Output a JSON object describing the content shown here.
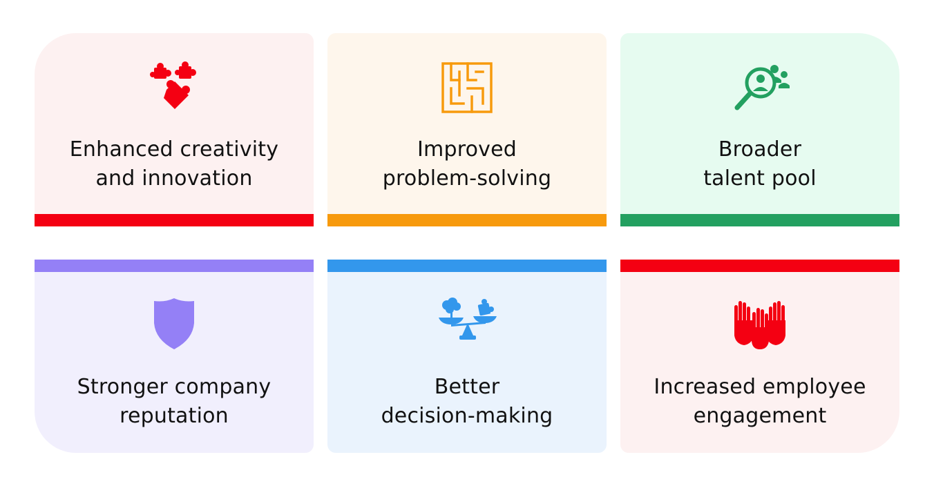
{
  "cards": [
    {
      "id": "creativity",
      "lines": [
        "Enhanced creativity",
        "and innovation"
      ],
      "icon": "puzzle-pieces-icon",
      "bg": "#fdf1f1",
      "accent": "#f40012"
    },
    {
      "id": "problem-solving",
      "lines": [
        "Improved",
        "problem-solving"
      ],
      "icon": "maze-icon",
      "bg": "#fef6ec",
      "accent": "#f79a0d"
    },
    {
      "id": "talent",
      "lines": [
        "Broader",
        "talent pool"
      ],
      "icon": "talent-search-icon",
      "bg": "#e6fbf0",
      "accent": "#23a060"
    },
    {
      "id": "reputation",
      "lines": [
        "Stronger company",
        "reputation"
      ],
      "icon": "shield-icon",
      "bg": "#f1effd",
      "accent": "#9480f6"
    },
    {
      "id": "decision",
      "lines": [
        "Better",
        "decision-making"
      ],
      "icon": "balance-scale-icon",
      "bg": "#eaf3fd",
      "accent": "#3397ec"
    },
    {
      "id": "engagement",
      "lines": [
        "Increased employee",
        "engagement"
      ],
      "icon": "raised-hands-icon",
      "bg": "#fdf1f1",
      "accent": "#f40012"
    }
  ]
}
